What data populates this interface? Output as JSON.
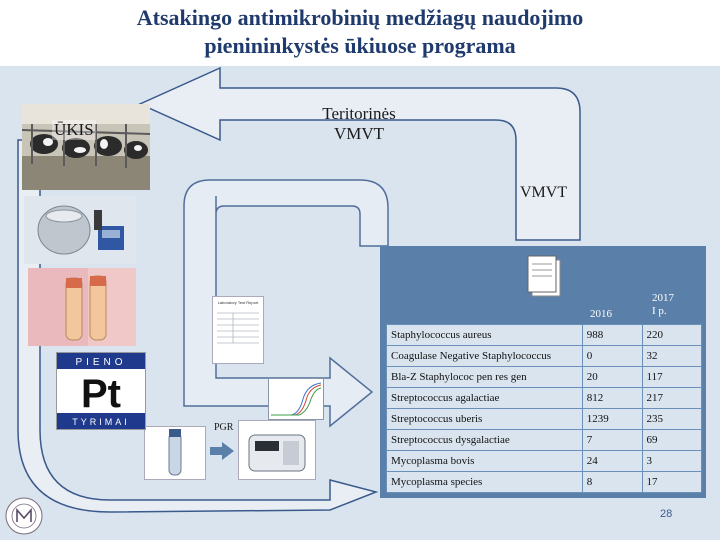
{
  "title": {
    "line1": "Atsakingo antimikrobinių medžiagų naudojimo",
    "line2": "pienininkystės ūkiuose programa"
  },
  "diagram": {
    "farm": "ŪKIS",
    "territorial_line1": "Teritorinės",
    "territorial_line2": "VMVT",
    "vmvt": "VMVT",
    "pcr": "PGR",
    "report_header": "Laboratory Test Report"
  },
  "table": {
    "year1": "2016",
    "year2_line1": "2017",
    "year2_line2": "I p.",
    "rows": [
      {
        "name": "Staphylococcus aureus",
        "v2016": "988",
        "v2017": "220"
      },
      {
        "name": "Coagulase Negative Staphylococcus",
        "v2016": "0",
        "v2017": "32"
      },
      {
        "name": "Bla-Z Staphylococ pen res gen",
        "v2016": "20",
        "v2017": "117"
      },
      {
        "name": "Streptococcus agalactiae",
        "v2016": "812",
        "v2017": "217"
      },
      {
        "name": "Streptococcus uberis",
        "v2016": "1239",
        "v2017": "235"
      },
      {
        "name": "Streptococcus dysgalactiae",
        "v2016": "7",
        "v2017": "69"
      },
      {
        "name": "Mycoplasma bovis",
        "v2016": "24",
        "v2017": "3"
      },
      {
        "name": "Mycoplasma species",
        "v2016": "8",
        "v2017": "17"
      }
    ]
  },
  "logo": {
    "top": "PIENO",
    "mark": "Pt",
    "bottom": "TYRIMAI"
  },
  "page_number": "28",
  "colors": {
    "title": "#1f3a6d",
    "background": "#d9e4ef",
    "table_header": "#5a7fa8",
    "arrow_fill": "#e9eef5",
    "arrow_stroke": "#3a5a8c"
  }
}
